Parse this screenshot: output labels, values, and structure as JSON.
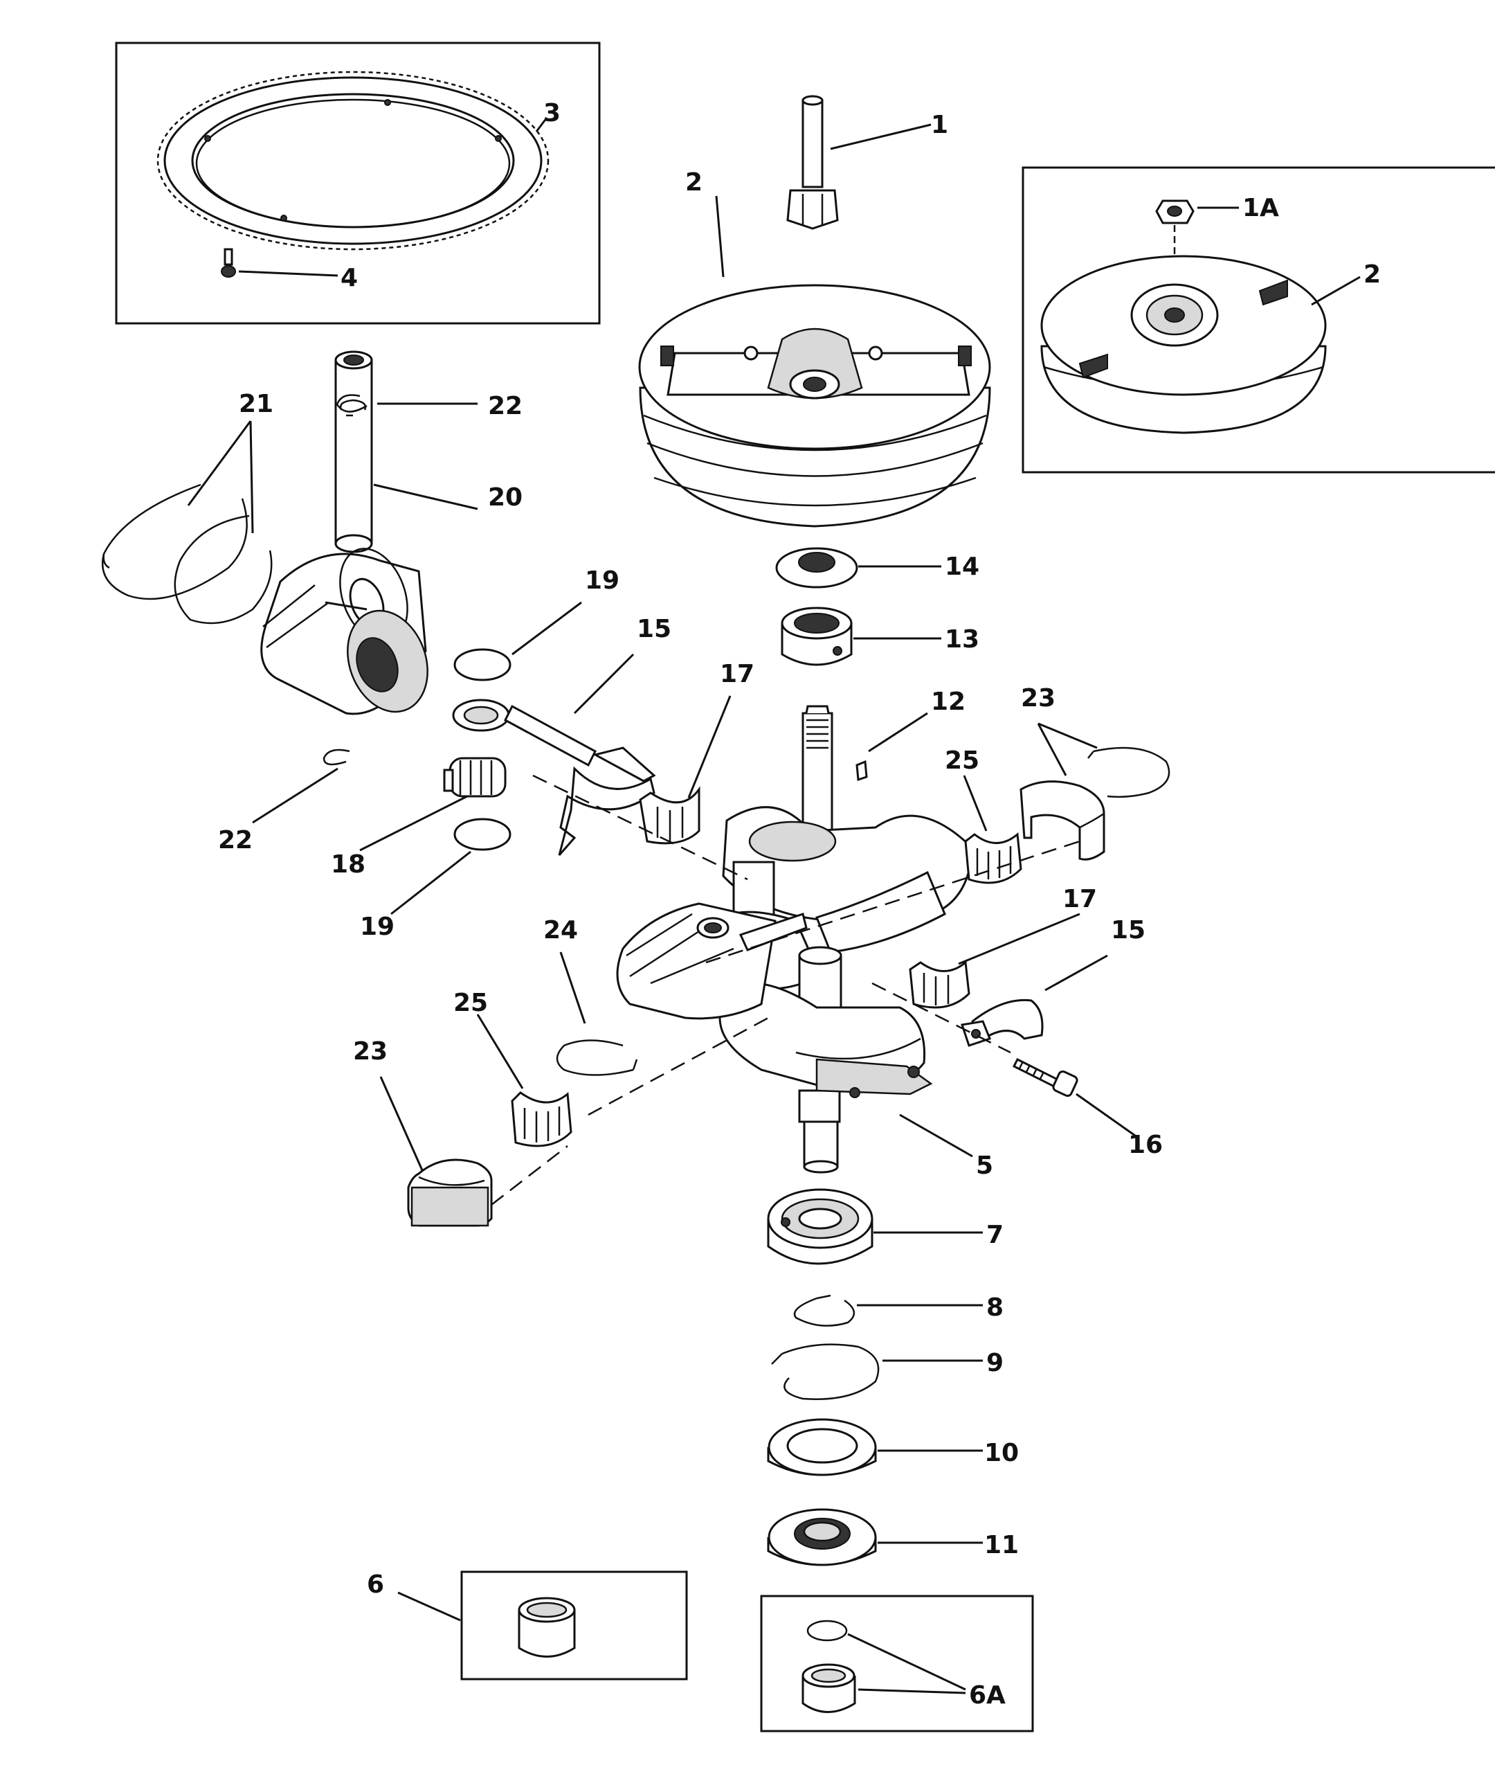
{
  "callouts": {
    "c1": "1",
    "c1A": "1A",
    "c2a": "2",
    "c2b": "2",
    "c3": "3",
    "c4": "4",
    "c5": "5",
    "c6": "6",
    "c6A": "6A",
    "c7": "7",
    "c8": "8",
    "c9": "9",
    "c10": "10",
    "c11": "11",
    "c12": "12",
    "c13": "13",
    "c14": "14",
    "c15a": "15",
    "c15b": "15",
    "c16": "16",
    "c17a": "17",
    "c17b": "17",
    "c18": "18",
    "c19a": "19",
    "c19b": "19",
    "c20": "20",
    "c21": "21",
    "c22a": "22",
    "c22b": "22",
    "c23a": "23",
    "c23b": "23",
    "c24": "24",
    "c25a": "25",
    "c25b": "25"
  }
}
